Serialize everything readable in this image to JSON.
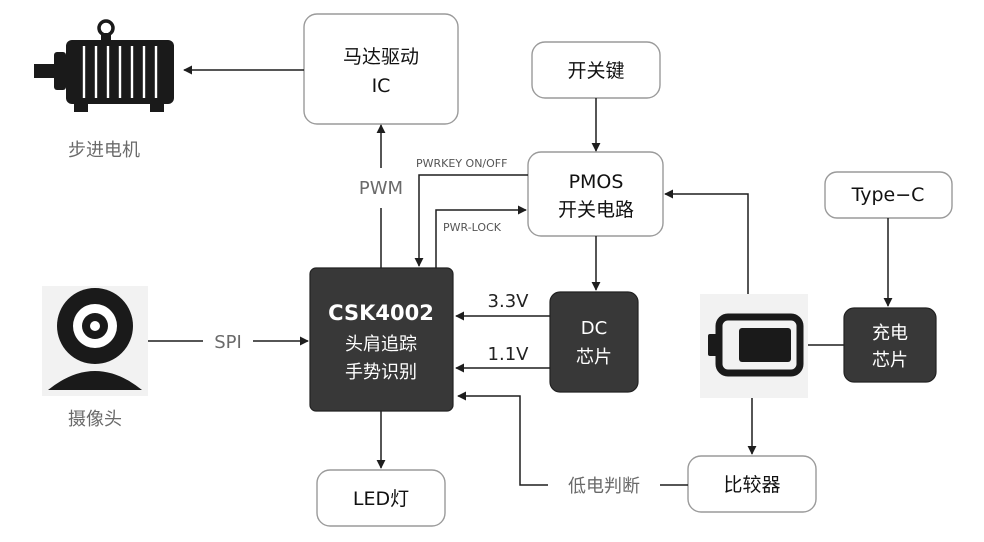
{
  "blocks": {
    "motor_driver": {
      "line1": "马达驱动",
      "line2": "IC"
    },
    "stepper_motor": {
      "label": "步进电机"
    },
    "switch_key": {
      "label": "开关键"
    },
    "pmos": {
      "line1": "PMOS",
      "line2": "开关电路"
    },
    "type_c": {
      "label": "Type−C"
    },
    "camera": {
      "label": "摄像头"
    },
    "csk": {
      "line1": "CSK4002",
      "line2": "头肩追踪",
      "line3": "手势识别"
    },
    "dc": {
      "line1": "DC",
      "line2": "芯片"
    },
    "charge": {
      "line1": "充电",
      "line2": "芯片"
    },
    "led": {
      "label": "LED灯"
    },
    "comparator": {
      "label": "比较器"
    }
  },
  "signals": {
    "pwm": "PWM",
    "spi": "SPI",
    "pwrkey": "PWRKEY ON/OFF",
    "pwrlock": "PWR-LOCK",
    "v33": "3.3V",
    "v11": "1.1V",
    "low_power": "低电判断"
  },
  "icons": {
    "motor": "electric-motor-icon",
    "camera": "webcam-icon",
    "battery": "battery-icon"
  },
  "colors": {
    "dark_box": "#383838",
    "light_box_border": "#9a9a9a",
    "line": "#1e1e1e"
  }
}
